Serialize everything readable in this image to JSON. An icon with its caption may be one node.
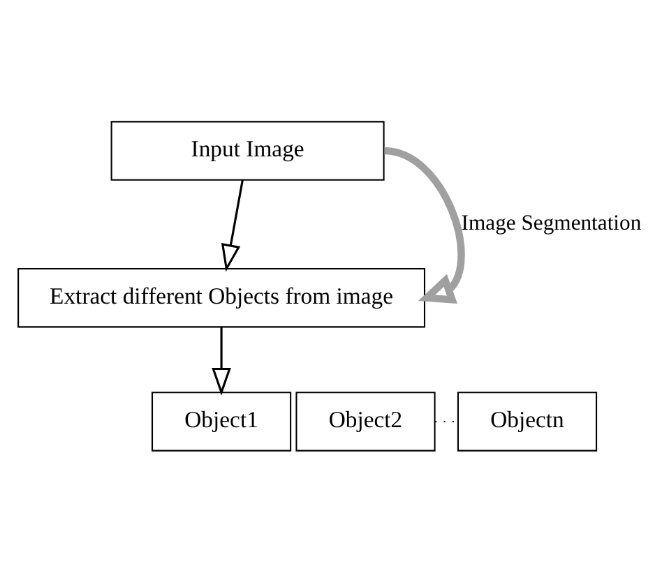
{
  "diagram": {
    "nodes": [
      {
        "text": [
          "Input Image"
        ]
      },
      {
        "text": [
          "Extract different Objects from image"
        ]
      },
      {
        "text": [
          "Object1"
        ]
      },
      {
        "text": [
          "Object2"
        ]
      },
      {
        "text": [
          "Objectn"
        ]
      }
    ],
    "edges": [
      {
        "from": 0,
        "to": 1,
        "arrow": "to"
      },
      {
        "from": 0,
        "to": 1,
        "arrow": "to",
        "label": "Image Segmentation",
        "style": "thick",
        "color": "#a0a0a0"
      },
      {
        "from": 1,
        "to": 2,
        "arrow": "to"
      },
      {
        "from": 3,
        "to": 4,
        "arrow": "none",
        "style": "dashed"
      }
    ]
  }
}
